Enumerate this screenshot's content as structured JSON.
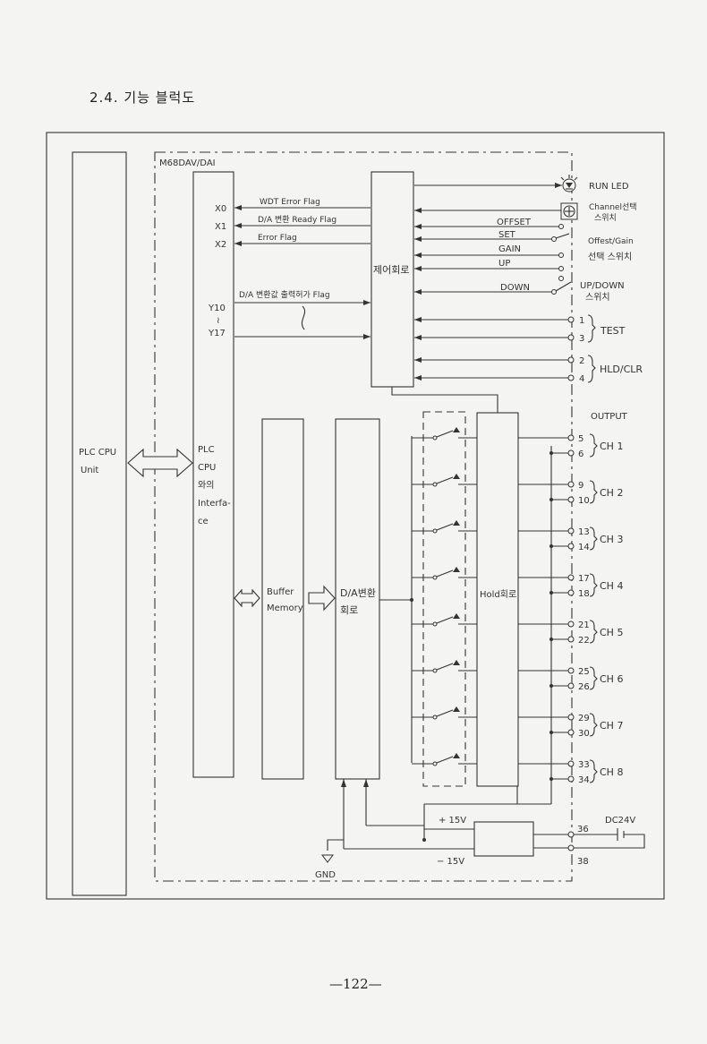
{
  "heading": "2.4. 기능 블럭도",
  "page_number": "—122—",
  "module_label": "M68DAV/DAI",
  "plc_cpu": {
    "line1": "PLC CPU",
    "line2": "Unit"
  },
  "interface": {
    "lines": [
      "PLC",
      "CPU",
      "와의",
      "Interfa-",
      "ce"
    ]
  },
  "buffer": {
    "line1": "Buffer",
    "line2": "Memory"
  },
  "da_converter": {
    "line1": "D/A변환",
    "line2": "회로"
  },
  "control": "제어회로",
  "hold": "Hold회로",
  "signals": {
    "x0": "X0",
    "x1": "X1",
    "x2": "X2",
    "wdt": "WDT Error Flag",
    "ready": "D/A 변환 Ready Flag",
    "error": "Error Flag",
    "y10": "Y10",
    "tilde": "≀",
    "y17": "Y17",
    "permit": "D/A 변환값 출력허가 Flag"
  },
  "right_side": {
    "run_led": "RUN LED",
    "channel_select": [
      "Channel선택",
      "스위치"
    ],
    "offset": "OFFSET",
    "set": "SET",
    "gain": "GAIN",
    "up": "UP",
    "down": "DOWN",
    "offset_gain": [
      "Offest/Gain",
      "선택 스위치"
    ],
    "up_down": [
      "UP/DOWN",
      "스위치"
    ],
    "test": "TEST",
    "hld_clr": "HLD/CLR",
    "output": "OUTPUT",
    "dc24v": "DC24V",
    "plus15": "+ 15V",
    "minus15": "− 15V",
    "gnd": "GND"
  },
  "terminals": {
    "test": [
      "1",
      "3"
    ],
    "hld": [
      "2",
      "4"
    ],
    "power": [
      "36",
      "38"
    ]
  },
  "channels": [
    {
      "name": "CH 1",
      "pins": [
        "5",
        "6"
      ]
    },
    {
      "name": "CH 2",
      "pins": [
        "9",
        "10"
      ]
    },
    {
      "name": "CH 3",
      "pins": [
        "13",
        "14"
      ]
    },
    {
      "name": "CH 4",
      "pins": [
        "17",
        "18"
      ]
    },
    {
      "name": "CH 5",
      "pins": [
        "21",
        "22"
      ]
    },
    {
      "name": "CH 6",
      "pins": [
        "25",
        "26"
      ]
    },
    {
      "name": "CH 7",
      "pins": [
        "29",
        "30"
      ]
    },
    {
      "name": "CH 8",
      "pins": [
        "33",
        "34"
      ]
    }
  ]
}
